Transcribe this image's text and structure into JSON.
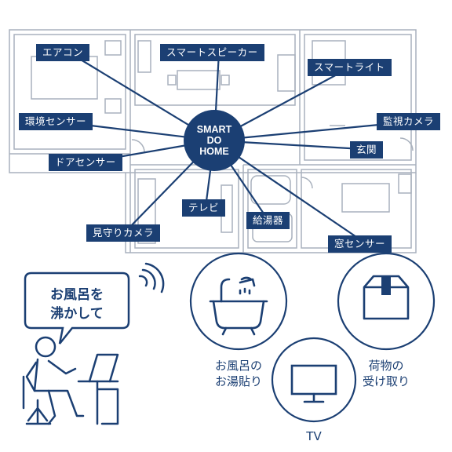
{
  "hub": {
    "line1": "SMART",
    "line2": "DO",
    "line3": "HOME"
  },
  "devices": [
    {
      "id": "aircon",
      "label": "エアコン"
    },
    {
      "id": "smart-speaker",
      "label": "スマートスピーカー"
    },
    {
      "id": "smart-light",
      "label": "スマートライト"
    },
    {
      "id": "env-sensor",
      "label": "環境センサー"
    },
    {
      "id": "security-camera",
      "label": "監視カメラ"
    },
    {
      "id": "entrance",
      "label": "玄関"
    },
    {
      "id": "door-sensor",
      "label": "ドアセンサー"
    },
    {
      "id": "tv",
      "label": "テレビ"
    },
    {
      "id": "water-heater",
      "label": "給湯器"
    },
    {
      "id": "watch-camera",
      "label": "見守りカメラ"
    },
    {
      "id": "window-sensor",
      "label": "窓センサー"
    }
  ],
  "speech": {
    "line1": "お風呂を",
    "line2": "沸かして"
  },
  "features": [
    {
      "id": "bath",
      "line1": "お風呂の",
      "line2": "お湯貼り",
      "icon": "bathtub-icon"
    },
    {
      "id": "tv",
      "line1": "TV",
      "icon": "tv-icon"
    },
    {
      "id": "package",
      "line1": "荷物の",
      "line2": "受け取り",
      "icon": "package-icon"
    }
  ],
  "colors": {
    "navy": "#1b3f73",
    "plan": "#a9b1bd",
    "line": "#1b3f73"
  }
}
